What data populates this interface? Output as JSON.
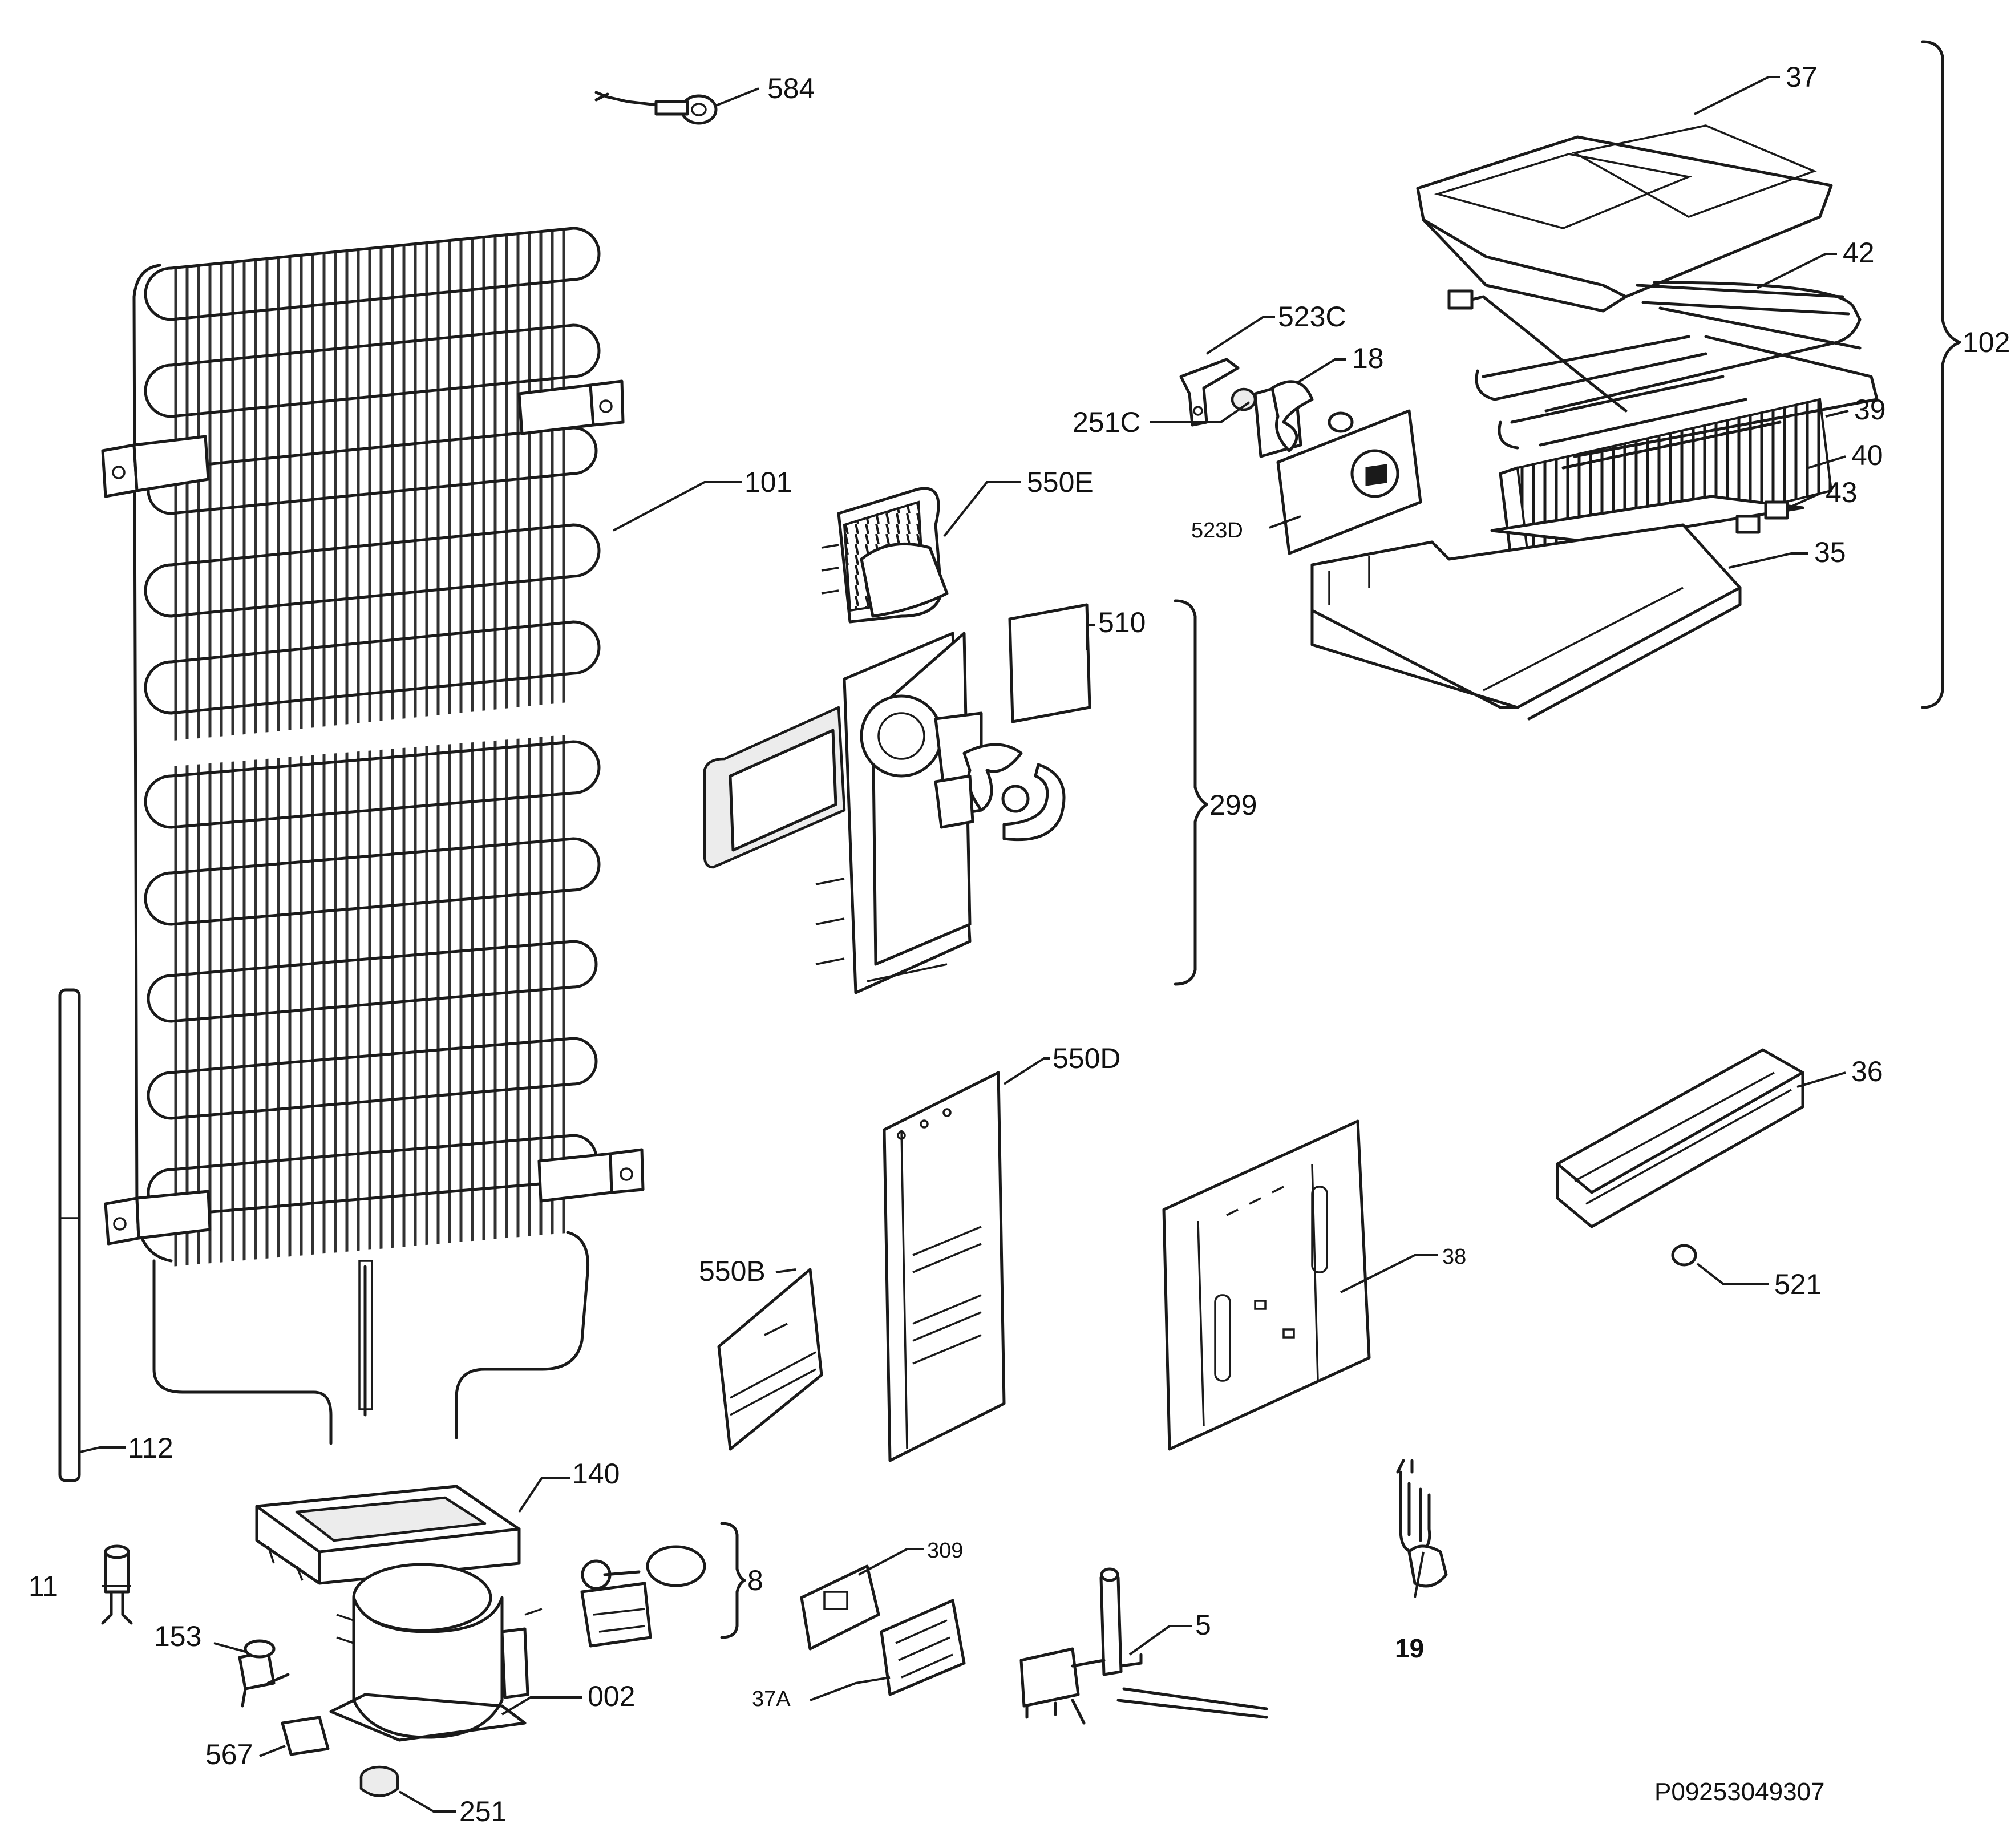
{
  "document_code": "P09253049307",
  "groups": {
    "g299": "299",
    "g102": "102",
    "g8": "8"
  },
  "parts": [
    {
      "id": "584",
      "label": "584"
    },
    {
      "id": "101",
      "label": "101"
    },
    {
      "id": "112",
      "label": "112"
    },
    {
      "id": "140",
      "label": "140"
    },
    {
      "id": "11",
      "label": "11"
    },
    {
      "id": "153",
      "label": "153"
    },
    {
      "id": "567",
      "label": "567"
    },
    {
      "id": "251",
      "label": "251"
    },
    {
      "id": "002",
      "label": "002"
    },
    {
      "id": "550E",
      "label": "550E"
    },
    {
      "id": "510",
      "label": "510"
    },
    {
      "id": "550D",
      "label": "550D"
    },
    {
      "id": "550B",
      "label": "550B"
    },
    {
      "id": "309",
      "label": "309"
    },
    {
      "id": "37A",
      "label": "37A"
    },
    {
      "id": "5",
      "label": "5"
    },
    {
      "id": "37",
      "label": "37"
    },
    {
      "id": "42",
      "label": "42"
    },
    {
      "id": "523C",
      "label": "523C"
    },
    {
      "id": "18",
      "label": "18"
    },
    {
      "id": "251C",
      "label": "251C"
    },
    {
      "id": "39",
      "label": "39"
    },
    {
      "id": "40",
      "label": "40"
    },
    {
      "id": "43",
      "label": "43"
    },
    {
      "id": "523D",
      "label": "523D"
    },
    {
      "id": "35",
      "label": "35"
    },
    {
      "id": "36",
      "label": "36"
    },
    {
      "id": "38",
      "label": "38"
    },
    {
      "id": "521",
      "label": "521"
    },
    {
      "id": "19",
      "label": "19"
    }
  ]
}
